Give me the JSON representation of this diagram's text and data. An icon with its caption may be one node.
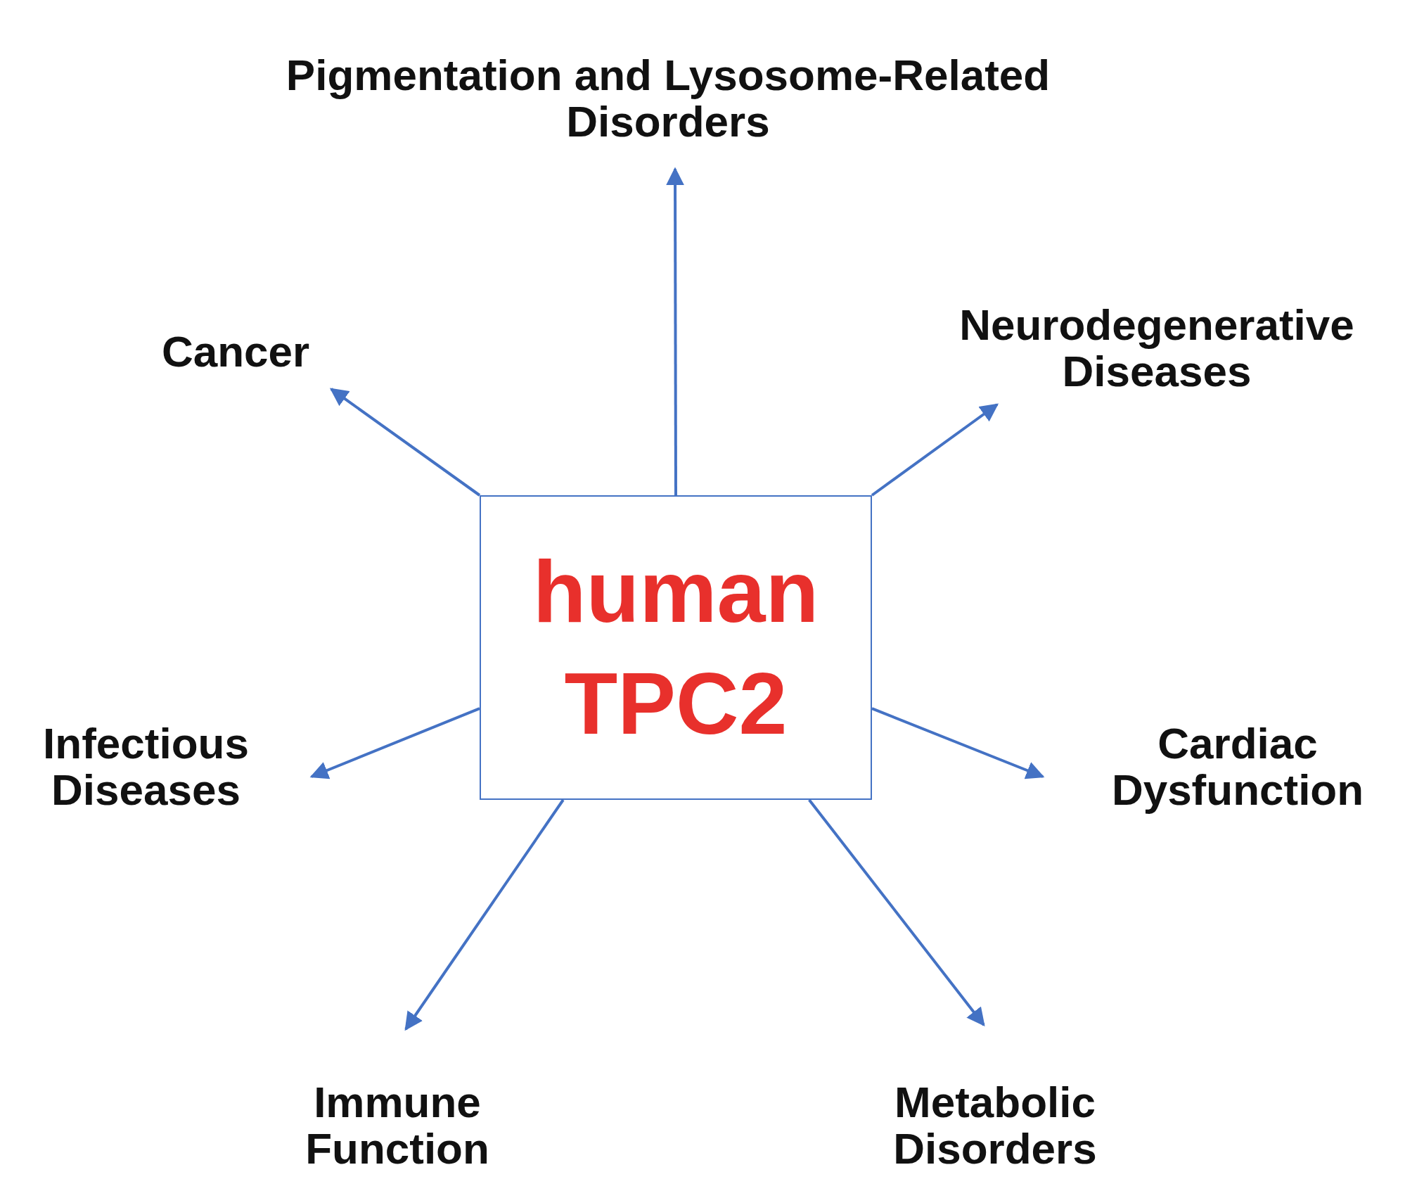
{
  "diagram": {
    "nodes": [
      {
        "text": [
          "Pigmentation and Lysosome-Related Disorders"
        ]
      },
      {
        "text": [
          "Cancer"
        ]
      },
      {
        "text": [
          "Neurodegenerative Diseases"
        ]
      },
      {
        "text": [
          "human TPC2"
        ]
      },
      {
        "text": [
          "Infectious Diseases"
        ]
      },
      {
        "text": [
          "Cardiac Dysfunction"
        ]
      },
      {
        "text": [
          "Immune Function"
        ]
      },
      {
        "text": [
          "Metabolic Disorders"
        ]
      }
    ],
    "edges": [
      {
        "from": 3,
        "to": 0,
        "arrow": "to"
      },
      {
        "from": 3,
        "to": 1,
        "arrow": "to"
      },
      {
        "from": 3,
        "to": 2,
        "arrow": "to"
      },
      {
        "from": 3,
        "to": 4,
        "arrow": "to"
      },
      {
        "from": 3,
        "to": 5,
        "arrow": "to"
      },
      {
        "from": 3,
        "to": 6,
        "arrow": "to"
      },
      {
        "from": 3,
        "to": 7,
        "arrow": "to"
      }
    ]
  }
}
